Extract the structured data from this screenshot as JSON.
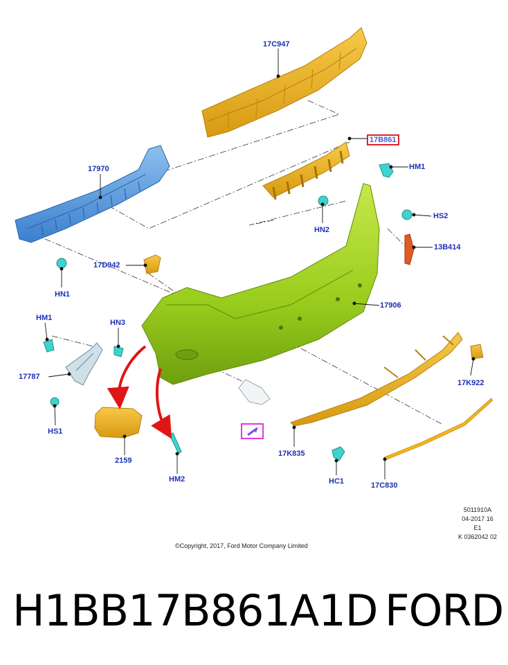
{
  "diagram": {
    "callouts": {
      "17C947": "17C947",
      "17B861": "17B861",
      "HM1_top": "HM1",
      "17970": "17970",
      "HS2": "HS2",
      "HN2": "HN2",
      "13B414": "13B414",
      "17D942": "17D942",
      "HN1": "HN1",
      "17906": "17906",
      "HM1_left": "HM1",
      "HN3": "HN3",
      "17787": "17787",
      "17K922": "17K922",
      "HS1": "HS1",
      "2159": "2159",
      "HM2": "HM2",
      "17K835": "17K835",
      "HC1": "HC1",
      "17C830": "17C830"
    },
    "highlighted_part": "17B861",
    "colors": {
      "label_blue": "#1c2fb4",
      "highlight_red": "#d5262f",
      "arrow_red": "#e01515",
      "highlight_magenta": "#e535e0",
      "bumper_green": "#9acd1e",
      "absorber_orange": "#f2b31c",
      "beam_blue": "#4e94dc",
      "clip_cyan": "#3ed3cf",
      "reflector_red": "#e05a22"
    }
  },
  "metadata": {
    "drawing_number": "5011910A",
    "date": "04-2017 16",
    "edition": "E1",
    "ref": "K 0362042 02"
  },
  "copyright": "©Copyright, 2017, Ford Motor Company Limited",
  "footer": {
    "part_number": "H1BB17B861A1D",
    "brand": "FORD"
  }
}
